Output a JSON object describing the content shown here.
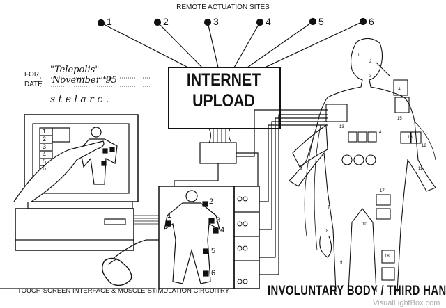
{
  "header": {
    "title": "REMOTE ACTUATION SITES",
    "sites": [
      "1",
      "2",
      "3",
      "4",
      "5",
      "6"
    ]
  },
  "form": {
    "for_label": "FOR",
    "for_value": "\"Telepolis\"",
    "date_label": "DATE",
    "date_value": "November '95",
    "signature": "s t e l a r c ."
  },
  "upload_box": {
    "line1": "INTERNET",
    "line2": "UPLOAD"
  },
  "screen_list": [
    "1",
    "2",
    "3",
    "4",
    "5",
    "6"
  ],
  "panel_numbers": [
    "1",
    "2",
    "3",
    "4",
    "5",
    "6"
  ],
  "captions": {
    "left": "TOUCH-SCREEN INTERFACE &  MUSCLE-STIMULATION CIRCUITRY",
    "right": "INVOLUNTARY BODY / THIRD HAND"
  },
  "body_labels": [
    "1",
    "2",
    "3",
    "4",
    "13",
    "14",
    "15",
    "16",
    "12",
    "11",
    "6",
    "7",
    "17",
    "8",
    "9",
    "10",
    "18"
  ],
  "watermark": "VisualLightBox.com"
}
